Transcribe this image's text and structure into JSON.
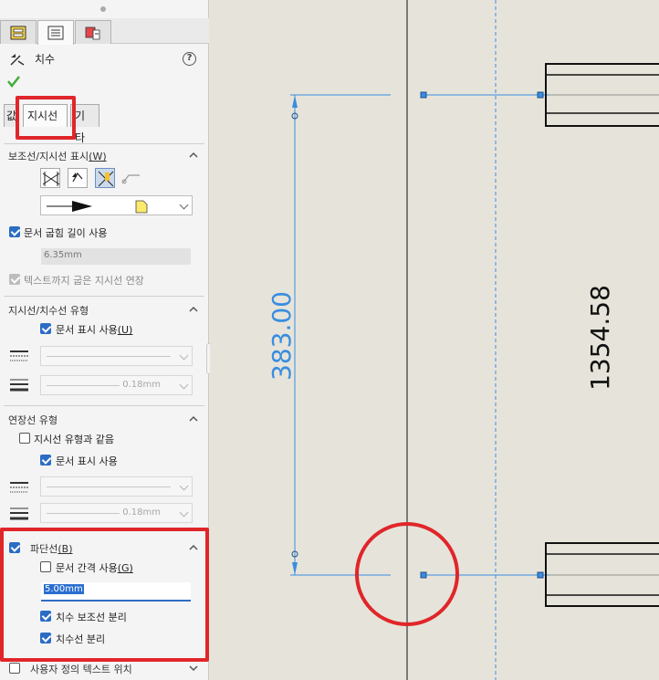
{
  "panel": {
    "title": "치수",
    "help": "?",
    "subtabs": [
      "값",
      "지시선",
      "기타"
    ],
    "leaders_section": {
      "title": "보조선/지시선 표시",
      "shortcut": "(W)",
      "use_doc_bend": "문서 굽힘 길이 사용",
      "bend_length": "6.35mm",
      "extend_to_text": "텍스트까지 굽은 지시선 연장"
    },
    "leader_style_section": {
      "title": "지시선/치수선 유형",
      "use_doc_display": "문서 표시 사용",
      "use_doc_display_key": "(U)",
      "thickness": "0.18mm"
    },
    "ext_line_section": {
      "title": "연장선 유형",
      "same_as_leader": "지시선 유형과 같음",
      "use_doc_display": "문서 표시 사용",
      "thickness": "0.18mm"
    },
    "break_section": {
      "title": "파단선",
      "title_key": "(B)",
      "use_doc_gap": "문서 간격 사용",
      "use_doc_gap_key": "(G)",
      "gap_value": "5.00mm",
      "break_ext": "치수 보조선 분리",
      "break_dim": "치수선 분리"
    },
    "custom_text_pos": "사용자 정의 텍스트 위치"
  },
  "drawing": {
    "dim_selected": "383.00",
    "dim_other": "1354.58",
    "colors": {
      "selected_dim": "#3a8de0",
      "geometry": "#111111",
      "highlight": "#e0262a"
    }
  }
}
